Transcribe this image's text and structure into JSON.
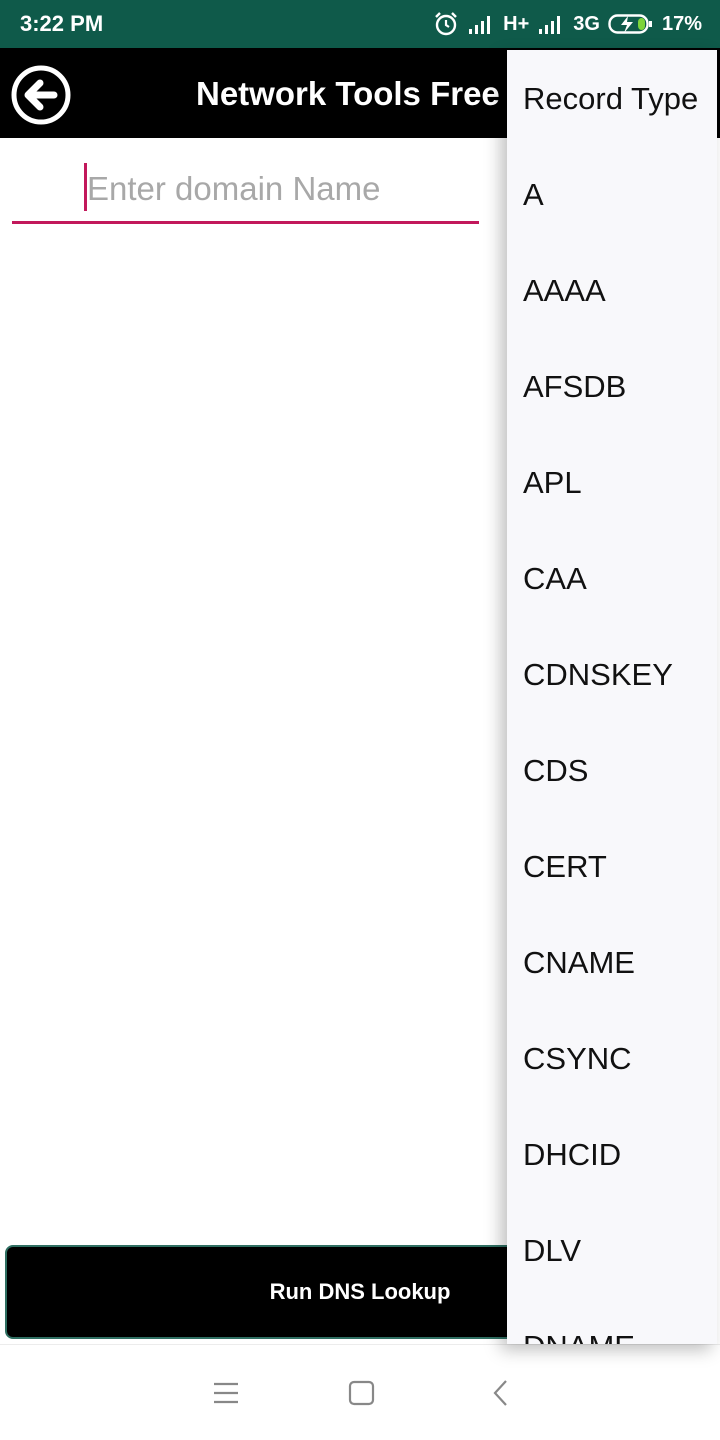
{
  "status_bar": {
    "time": "3:22 PM",
    "network_1": "H+",
    "network_2": "3G",
    "battery": "17%"
  },
  "app_bar": {
    "title": "Network Tools Free",
    "back_icon": "arrow-left-circle-icon"
  },
  "domain_input": {
    "placeholder": "Enter domain Name",
    "value": ""
  },
  "run_button": {
    "label": "Run DNS Lookup"
  },
  "dropdown": {
    "items": [
      "Record Type",
      "A",
      "AAAA",
      "AFSDB",
      "APL",
      "CAA",
      "CDNSKEY",
      "CDS",
      "CERT",
      "CNAME",
      "CSYNC",
      "DHCID",
      "DLV",
      "DNAME"
    ]
  },
  "nav_bar": {
    "icons": [
      "menu-icon",
      "home-square-icon",
      "back-triangle-icon"
    ]
  },
  "colors": {
    "status_bar": "#0f5a4a",
    "app_bar": "#000000",
    "accent": "#c2185b",
    "dropdown_bg": "#f8f8fb"
  }
}
